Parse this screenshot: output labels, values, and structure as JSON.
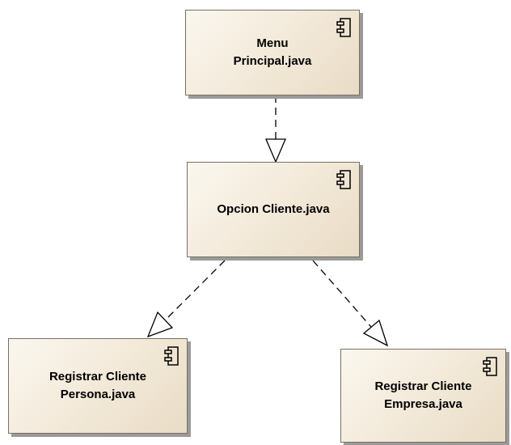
{
  "diagram": {
    "components": [
      {
        "id": "menu",
        "lines": [
          "Menu",
          "Principal.java"
        ]
      },
      {
        "id": "opcion",
        "lines": [
          "Opcion Cliente.java"
        ]
      },
      {
        "id": "persona",
        "lines": [
          "Registrar Cliente",
          "Persona.java"
        ]
      },
      {
        "id": "empresa",
        "lines": [
          "Registrar Cliente",
          "Empresa.java"
        ]
      }
    ],
    "dependencies": [
      {
        "from": "menu",
        "to": "opcion",
        "style": "dashed",
        "arrowhead": "hollow-triangle"
      },
      {
        "from": "opcion",
        "to": "persona",
        "style": "dashed",
        "arrowhead": "hollow-triangle"
      },
      {
        "from": "opcion",
        "to": "empresa",
        "style": "dashed",
        "arrowhead": "hollow-triangle"
      }
    ],
    "colors": {
      "fill_light": "#fbf7ef",
      "fill_dark": "#e9dcc6",
      "border": "#7a6f62",
      "shadow": "#9a9a9a",
      "line": "#000000"
    },
    "icon": "uml-component-icon"
  }
}
